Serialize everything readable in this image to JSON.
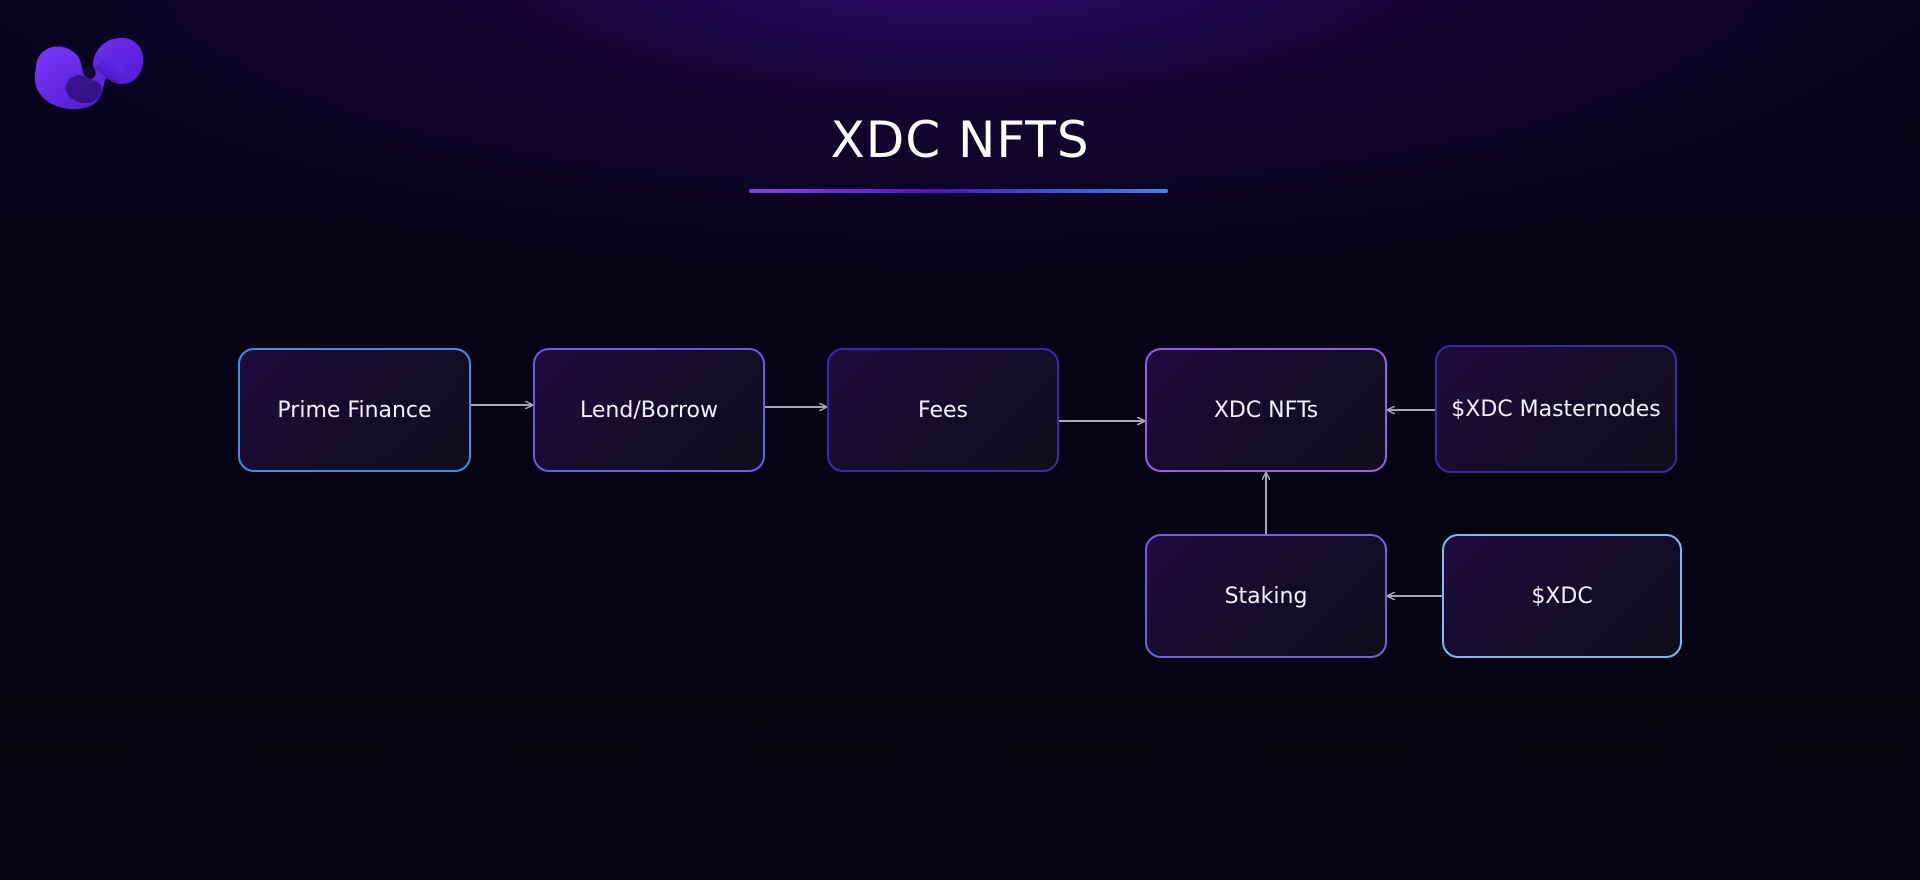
{
  "slide": {
    "title": "XDC NFTS"
  },
  "colors": {
    "background": "#05030f",
    "glow": "#3c0a82",
    "underline_start": "#8a3ff0",
    "underline_end": "#3e86ea",
    "logo": "#6b2ef0",
    "connector": "#a9a6b8"
  },
  "diagram": {
    "nodes": {
      "prime_finance": "Prime Finance",
      "lend_borrow": "Lend/Borrow",
      "fees": "Fees",
      "xdc_nfts": "XDC NFTs",
      "xdc_masternodes": "$XDC Masternodes",
      "staking": "Staking",
      "xdc": "$XDC"
    },
    "edges": [
      {
        "from": "prime_finance",
        "to": "lend_borrow"
      },
      {
        "from": "lend_borrow",
        "to": "fees"
      },
      {
        "from": "fees",
        "to": "xdc_nfts"
      },
      {
        "from": "xdc_masternodes",
        "to": "xdc_nfts"
      },
      {
        "from": "staking",
        "to": "xdc_nfts"
      },
      {
        "from": "xdc",
        "to": "staking"
      }
    ]
  }
}
